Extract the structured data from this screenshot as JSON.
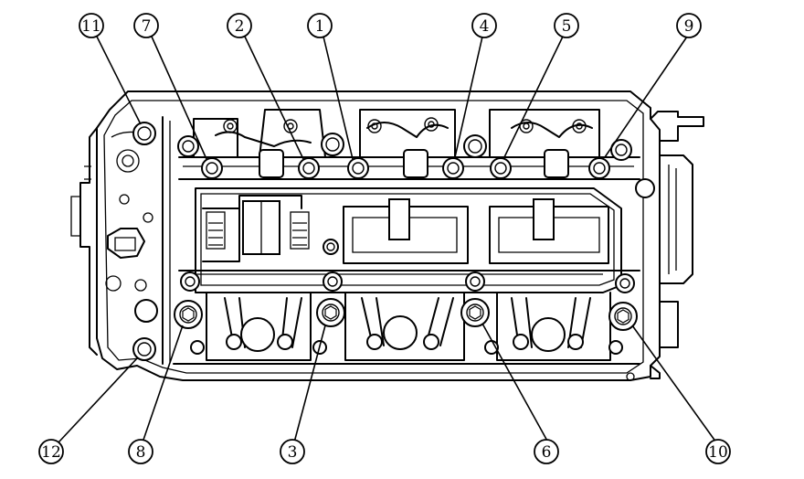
{
  "diagram": {
    "callouts": [
      {
        "id": "c11",
        "label": "11"
      },
      {
        "id": "c7",
        "label": "7"
      },
      {
        "id": "c2",
        "label": "2"
      },
      {
        "id": "c1",
        "label": "1"
      },
      {
        "id": "c4",
        "label": "4"
      },
      {
        "id": "c5",
        "label": "5"
      },
      {
        "id": "c9",
        "label": "9"
      },
      {
        "id": "c12",
        "label": "12"
      },
      {
        "id": "c8",
        "label": "8"
      },
      {
        "id": "c3",
        "label": "3"
      },
      {
        "id": "c6",
        "label": "6"
      },
      {
        "id": "c10",
        "label": "10"
      }
    ]
  }
}
